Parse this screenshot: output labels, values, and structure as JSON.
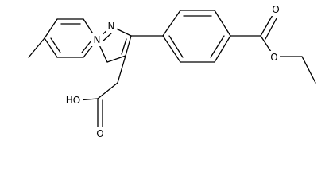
{
  "atom_labels": {
    "n_imidazole": "N",
    "n_bridgehead": "N",
    "o_carbonyl_acid": "O",
    "oh_acid": "HO",
    "o_carbonyl_ester": "O",
    "o_ester": "O"
  }
}
